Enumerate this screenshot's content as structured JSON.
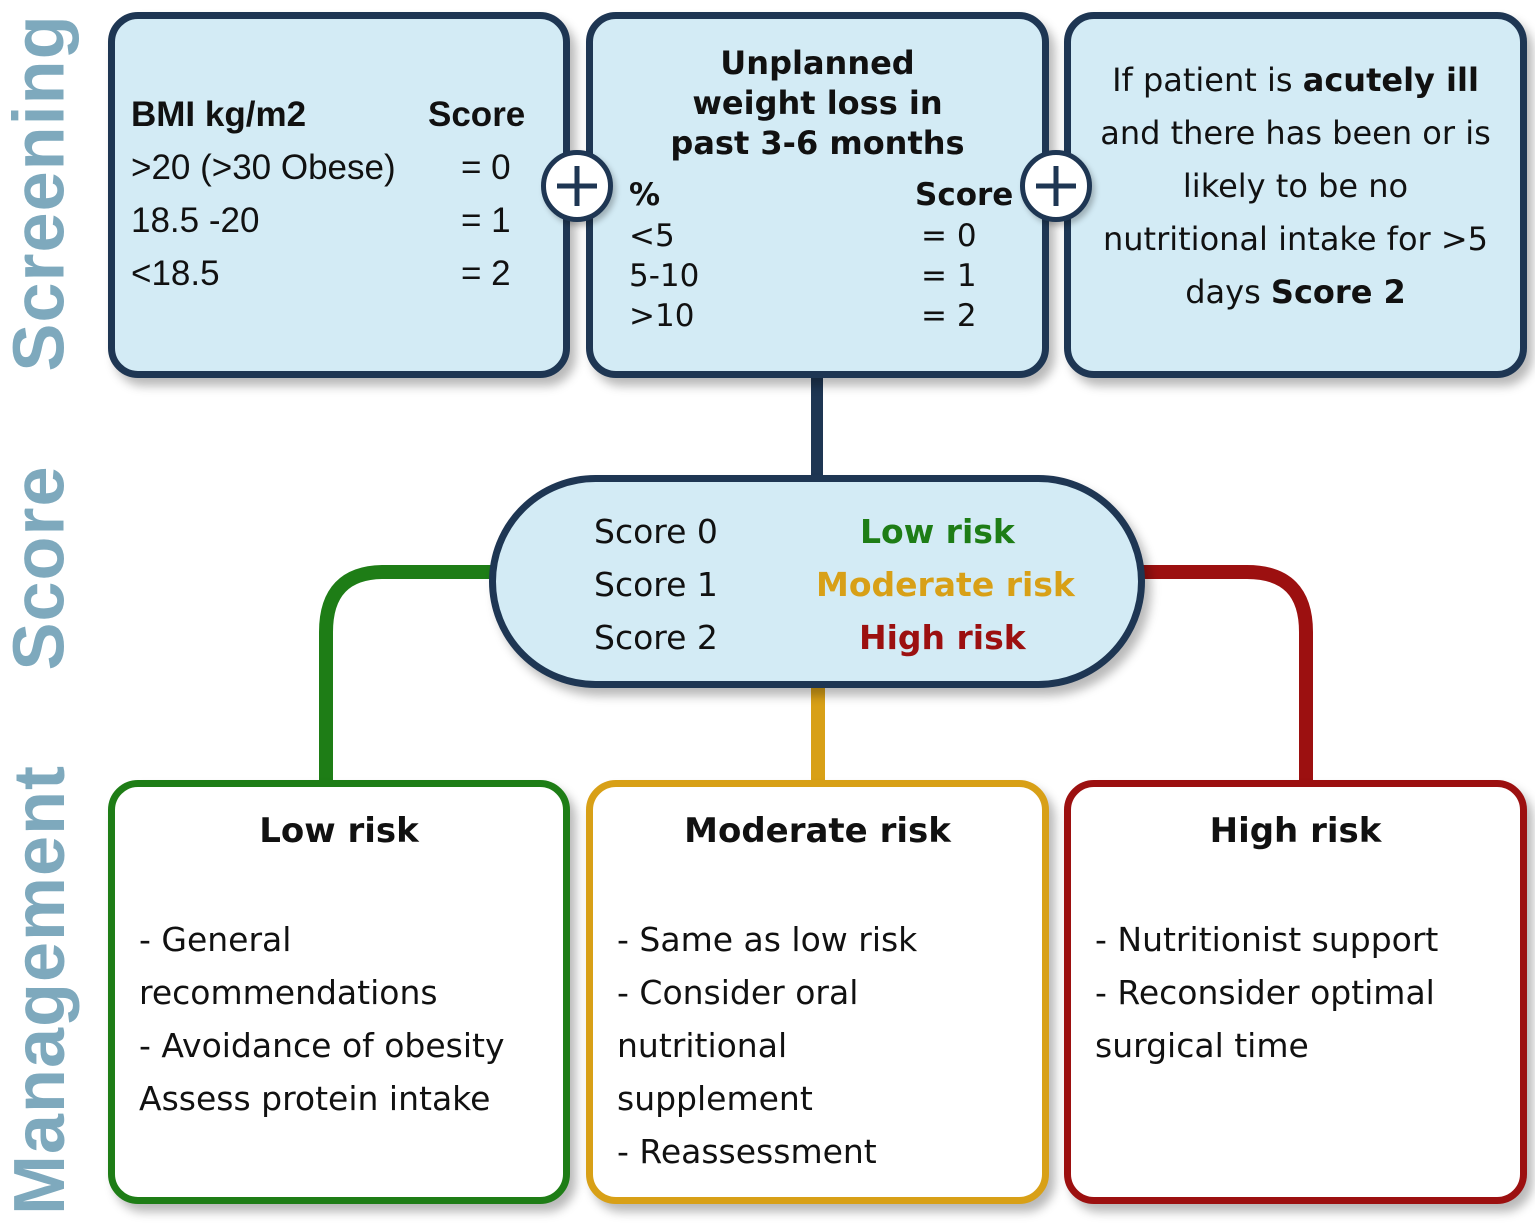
{
  "side_labels": {
    "screening": "Screening",
    "score": "Score",
    "management": "Management"
  },
  "bmi_box": {
    "header_left": "BMI kg/m2",
    "header_right": "Score",
    "rows": [
      {
        "range": ">20 (>30 Obese)",
        "score": "= 0"
      },
      {
        "range": "18.5 -20",
        "score": "= 1"
      },
      {
        "range": "<18.5",
        "score": "= 2"
      }
    ]
  },
  "weight_loss_box": {
    "title_lines": [
      "Unplanned",
      "weight loss in",
      "past 3-6 months"
    ],
    "header_left": "%",
    "header_right": "Score",
    "rows": [
      {
        "range": "<5",
        "score": "= 0"
      },
      {
        "range": "5-10",
        "score": "= 1"
      },
      {
        "range": ">10",
        "score": "= 2"
      }
    ]
  },
  "acute_box": {
    "line1_prefix": "If patient is ",
    "line1_bold": "acutely ill",
    "line2": "and there has been or is",
    "line3": "likely to be no",
    "line4": "nutritional intake for >5",
    "line5_prefix": "days ",
    "line5_bold": "Score 2"
  },
  "score_pill": {
    "rows": [
      {
        "score": "Score 0",
        "risk": "Low risk",
        "color": "#1e7d16"
      },
      {
        "score": "Score 1",
        "risk": "Moderate risk",
        "color": "#d8a017"
      },
      {
        "score": "Score 2",
        "risk": "High risk",
        "color": "#9c1010"
      }
    ]
  },
  "management": [
    {
      "title": "Low risk",
      "color": "#1e7d16",
      "lines": [
        "- General",
        "recommendations",
        "- Avoidance of obesity",
        "Assess protein intake"
      ]
    },
    {
      "title": "Moderate risk",
      "color": "#d8a017",
      "lines": [
        "- Same as low risk",
        "- Consider oral",
        "nutritional",
        "supplement",
        "- Reassessment"
      ]
    },
    {
      "title": "High risk",
      "color": "#9c1010",
      "lines": [
        "- Nutritionist support",
        "- Reconsider optimal",
        "surgical time"
      ]
    }
  ],
  "colors": {
    "box_fill": "#d3ebf5",
    "box_border": "#1e3653",
    "side_label": "#7ea9bd",
    "low": "#1e7d16",
    "moderate": "#d8a017",
    "high": "#9c1010"
  }
}
